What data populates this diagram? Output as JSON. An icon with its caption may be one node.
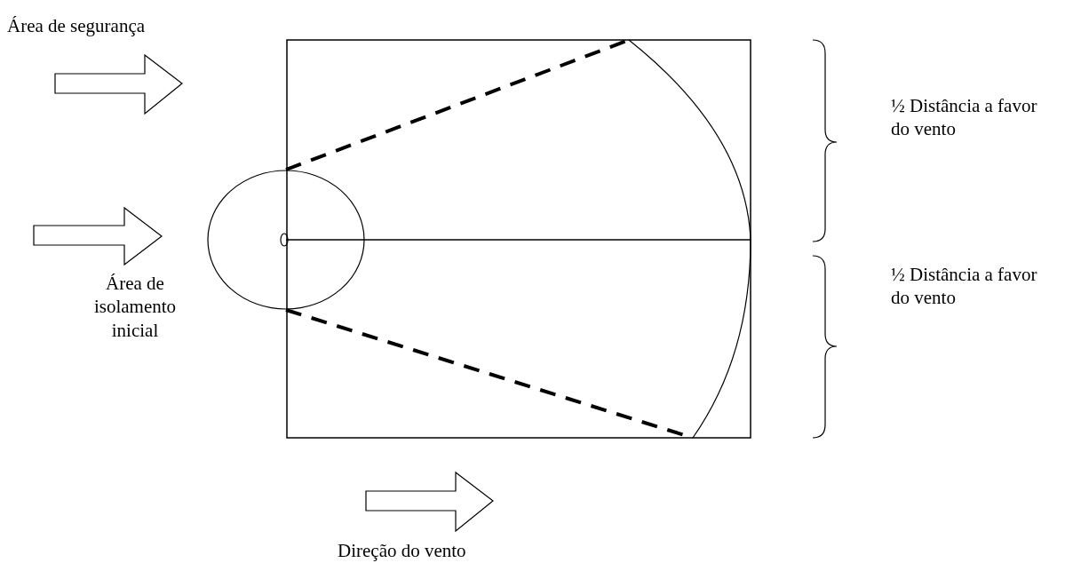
{
  "diagram": {
    "labels": [
      "Área de segurança",
      "Área de isolamento inicial",
      "½ Distância a favor do vento",
      "½ Distância a favor do vento",
      "Direção do vento"
    ]
  }
}
